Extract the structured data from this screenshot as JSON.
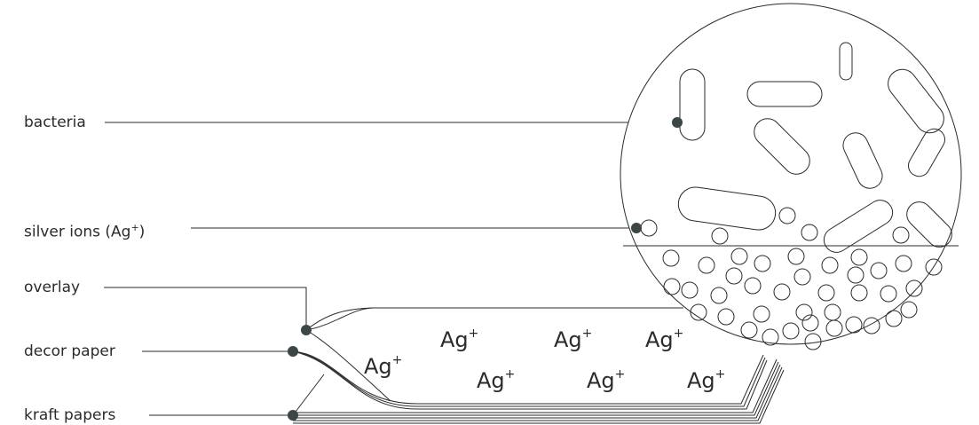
{
  "labels": {
    "bacteria": "bacteria",
    "silver_ions_prefix": "silver ions (Ag",
    "silver_ions_sup": "+",
    "silver_ions_suffix": ")",
    "overlay": "overlay",
    "decor_paper": "decor paper",
    "kraft_papers": "kraft papers"
  },
  "ion_symbol": "Ag",
  "ion_charge": "+",
  "colors": {
    "line": "#2b2b2b",
    "dot": "#3d4646",
    "background": "#ffffff"
  }
}
